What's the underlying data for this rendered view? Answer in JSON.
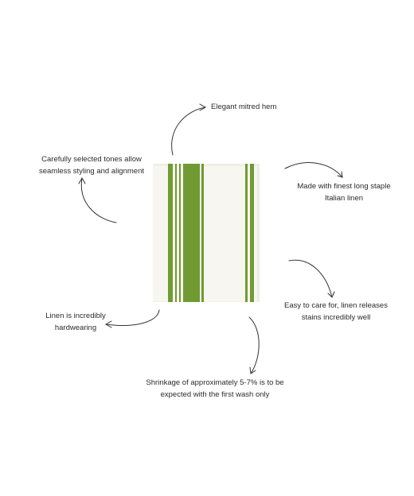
{
  "product": {
    "name": "linen tea towel with green stripes",
    "stripe_color": "#709b32",
    "fabric_color": "#f7f6f1"
  },
  "callouts": {
    "hem": "Elegant mitred hem",
    "tones": [
      "Carefully selected tones allow",
      "seamless styling and alignment"
    ],
    "linen_quality": [
      "Made with finest long staple",
      "Italian linen"
    ],
    "care": [
      "Easy to care for, linen releases",
      "stains incredibly well"
    ],
    "durable": [
      "Linen is incredibly",
      "hardwearing"
    ],
    "shrinkage": [
      "Shrinkage of approximately 5-7% is to be",
      "expected with the first wash only"
    ]
  },
  "icons": [
    "curved-arrow-icon"
  ]
}
